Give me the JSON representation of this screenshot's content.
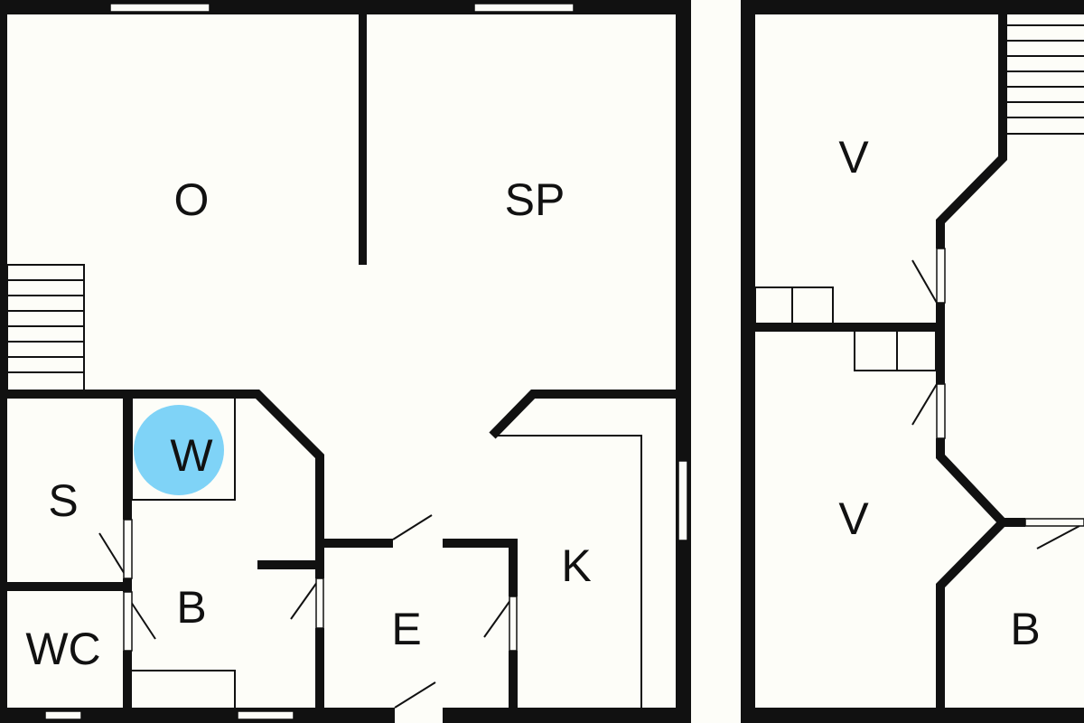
{
  "plan": {
    "colors": {
      "background": "#fdfdf8",
      "walls": "#111111",
      "highlight": "#7fd3f7"
    },
    "rooms": [
      {
        "id": "o",
        "label": "O"
      },
      {
        "id": "sp",
        "label": "SP"
      },
      {
        "id": "s",
        "label": "S"
      },
      {
        "id": "w",
        "label": "W",
        "highlighted": true
      },
      {
        "id": "b1",
        "label": "B"
      },
      {
        "id": "wc",
        "label": "WC"
      },
      {
        "id": "e",
        "label": "E"
      },
      {
        "id": "k",
        "label": "K"
      },
      {
        "id": "v1",
        "label": "V"
      },
      {
        "id": "v2",
        "label": "V"
      },
      {
        "id": "b2",
        "label": "B"
      }
    ]
  }
}
